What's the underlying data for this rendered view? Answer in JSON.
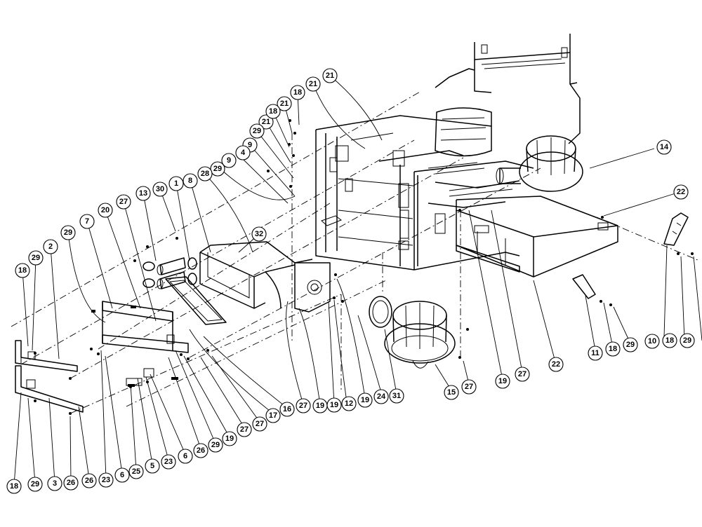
{
  "callouts": [
    {
      "id": "c-21a",
      "label": "21"
    },
    {
      "id": "c-21b",
      "label": "21"
    },
    {
      "id": "c-21c",
      "label": "21"
    },
    {
      "id": "c-21d",
      "label": "21"
    },
    {
      "id": "c-18a",
      "label": "18"
    },
    {
      "id": "c-18b",
      "label": "18"
    },
    {
      "id": "c-29a",
      "label": "29"
    },
    {
      "id": "c-9a",
      "label": "9"
    },
    {
      "id": "c-9b",
      "label": "9"
    },
    {
      "id": "c-4",
      "label": "4"
    },
    {
      "id": "c-29b",
      "label": "29"
    },
    {
      "id": "c-28",
      "label": "28"
    },
    {
      "id": "c-8",
      "label": "8"
    },
    {
      "id": "c-1",
      "label": "1"
    },
    {
      "id": "c-30",
      "label": "30"
    },
    {
      "id": "c-13",
      "label": "13"
    },
    {
      "id": "c-27a",
      "label": "27"
    },
    {
      "id": "c-20",
      "label": "20"
    },
    {
      "id": "c-7",
      "label": "7"
    },
    {
      "id": "c-29c",
      "label": "29"
    },
    {
      "id": "c-2",
      "label": "2"
    },
    {
      "id": "c-29d",
      "label": "29"
    },
    {
      "id": "c-18c",
      "label": "18"
    },
    {
      "id": "c-32",
      "label": "32"
    },
    {
      "id": "c-14",
      "label": "14"
    },
    {
      "id": "c-22a",
      "label": "22"
    },
    {
      "id": "c-22b",
      "label": "22"
    },
    {
      "id": "c-10",
      "label": "10"
    },
    {
      "id": "c-18d",
      "label": "18"
    },
    {
      "id": "c-29e",
      "label": "29"
    },
    {
      "id": "c-11",
      "label": "11"
    },
    {
      "id": "c-18e",
      "label": "18"
    },
    {
      "id": "c-29f",
      "label": "29"
    },
    {
      "id": "c-19a",
      "label": "19"
    },
    {
      "id": "c-27b",
      "label": "27"
    },
    {
      "id": "c-27c",
      "label": "27"
    },
    {
      "id": "c-15",
      "label": "15"
    },
    {
      "id": "c-31",
      "label": "31"
    },
    {
      "id": "c-24",
      "label": "24"
    },
    {
      "id": "c-19b",
      "label": "19"
    },
    {
      "id": "c-12",
      "label": "12"
    },
    {
      "id": "c-19c",
      "label": "19"
    },
    {
      "id": "c-19d",
      "label": "19"
    },
    {
      "id": "c-27d",
      "label": "27"
    },
    {
      "id": "c-16",
      "label": "16"
    },
    {
      "id": "c-17",
      "label": "17"
    },
    {
      "id": "c-27e",
      "label": "27"
    },
    {
      "id": "c-27f",
      "label": "27"
    },
    {
      "id": "c-19e",
      "label": "19"
    },
    {
      "id": "c-29g",
      "label": "29"
    },
    {
      "id": "c-26a",
      "label": "26"
    },
    {
      "id": "c-6a",
      "label": "6"
    },
    {
      "id": "c-23a",
      "label": "23"
    },
    {
      "id": "c-5",
      "label": "5"
    },
    {
      "id": "c-25",
      "label": "25"
    },
    {
      "id": "c-6b",
      "label": "6"
    },
    {
      "id": "c-23b",
      "label": "23"
    },
    {
      "id": "c-26b",
      "label": "26"
    },
    {
      "id": "c-26c",
      "label": "26"
    },
    {
      "id": "c-3",
      "label": "3"
    },
    {
      "id": "c-29h",
      "label": "29"
    },
    {
      "id": "c-18f",
      "label": "18"
    }
  ]
}
